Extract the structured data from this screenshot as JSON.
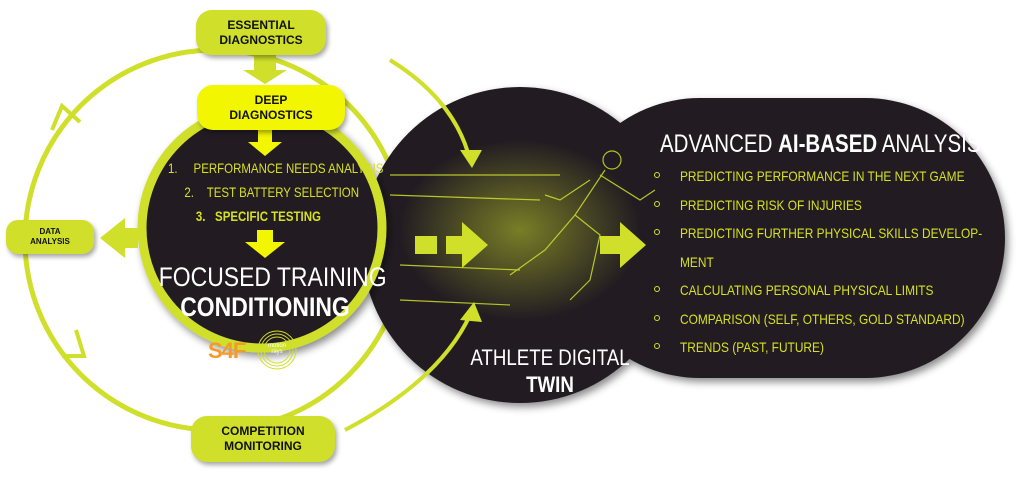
{
  "colors": {
    "lime": "#cfdf2a",
    "bright": "#f2f600",
    "dark": "#231f20",
    "text_yellow": "#d5e021"
  },
  "cycle": {
    "essential": [
      "ESSENTIAL",
      "DIAGNOSTICS"
    ],
    "deep": [
      "DEEP",
      "DIAGNOSTICS"
    ],
    "data_analysis": [
      "DATA",
      "ANALYSIS"
    ],
    "competition": [
      "COMPETITION",
      "MONITORING"
    ]
  },
  "steps": [
    {
      "num": "1.",
      "label": "PERFORMANCE NEEDS ANALYSIS"
    },
    {
      "num": "2.",
      "label": "TEST BATTERY SELECTION"
    },
    {
      "num": "3.",
      "label": "SPECIFIC TESTING"
    }
  ],
  "focused": {
    "line1": "FOCUSED TRAINING",
    "line2": "CONDITIONING"
  },
  "logos": {
    "s4f": "S4F",
    "motion": "motion rays"
  },
  "twin": {
    "line1": "ATHLETE DIGITAL",
    "line2": "TWIN"
  },
  "ai": {
    "title_pre": "ADVANCED ",
    "title_bold": "AI-BASED",
    "title_post": " ANALYSIS",
    "items": [
      "PREDICTING PERFORMANCE IN THE NEXT GAME",
      "PREDICTING RISK OF INJURIES",
      "PREDICTING FURTHER PHYSICAL SKILLS DEVELOP-",
      "MENT",
      "CALCULATING PERSONAL PHYSICAL LIMITS",
      "COMPARISON (SELF, OTHERS, GOLD STANDARD)",
      "TRENDS (PAST, FUTURE)"
    ]
  }
}
